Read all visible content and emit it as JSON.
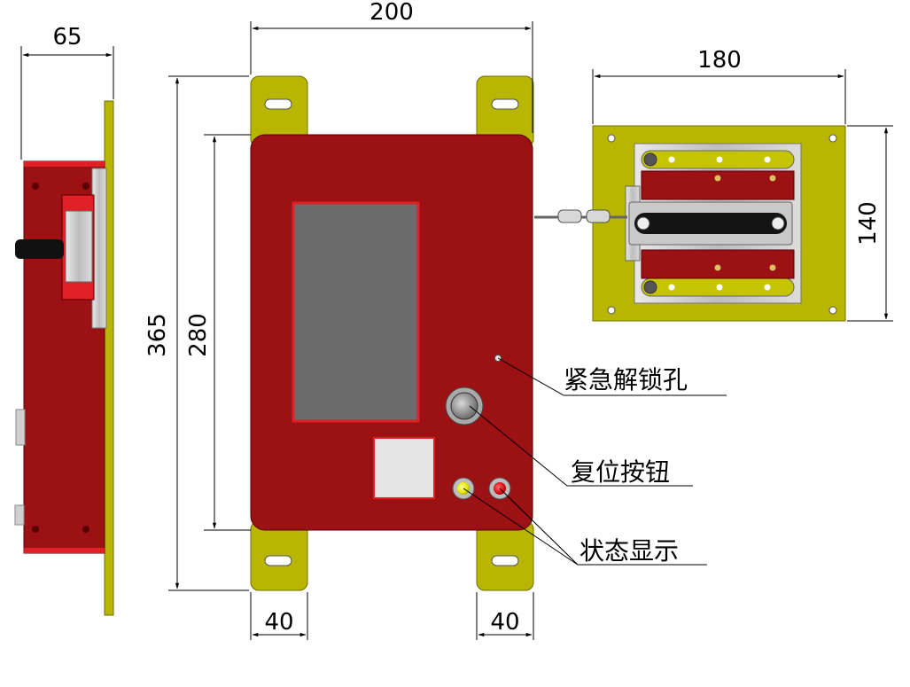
{
  "dimensions": {
    "side_depth": "65",
    "front_width": "200",
    "front_height_total": "365",
    "front_height_body": "280",
    "ear_left_width": "40",
    "ear_right_width": "40",
    "plate_width": "180",
    "plate_height": "140"
  },
  "labels": {
    "emergency_unlock_hole": "紧急解锁孔",
    "reset_button": "复位按钮",
    "status_display": "状态显示"
  },
  "colors": {
    "body_red": "#9b1114",
    "edge_red": "#e02024",
    "mount_yellow": "#b8b600",
    "screen_gray": "#6b6b6b",
    "bracket_silver": "#c9c9c9",
    "lamp_yellow": "#e8e800",
    "lamp_red": "#e01018"
  }
}
